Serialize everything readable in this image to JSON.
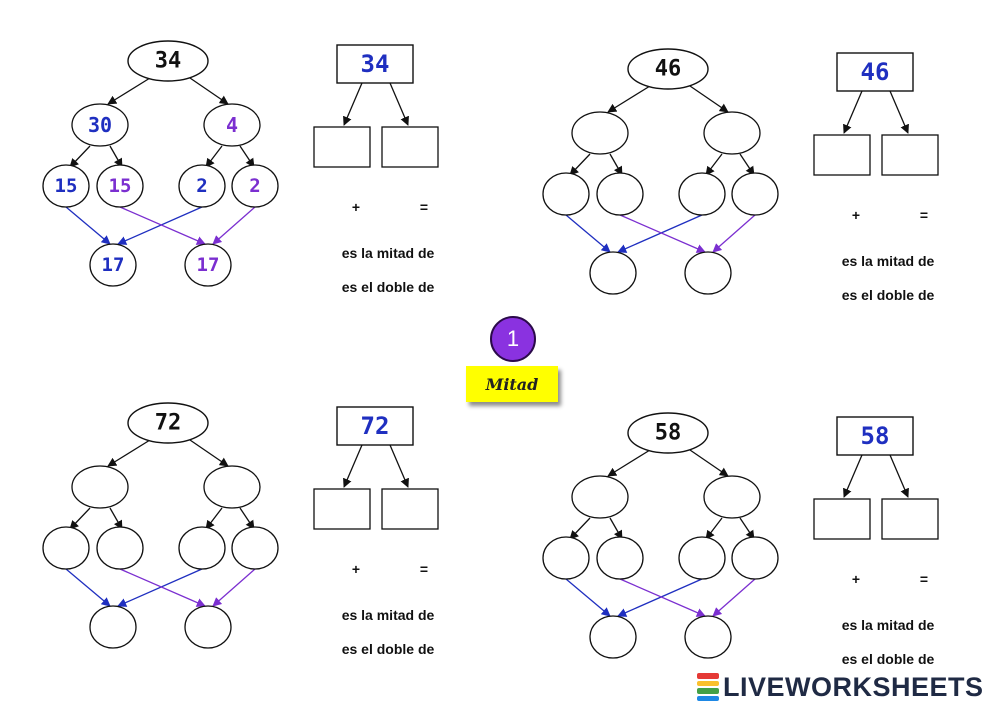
{
  "exercises": [
    {
      "number": "34",
      "box_number": "34",
      "level1": [
        "30",
        "4"
      ],
      "level2": [
        "15",
        "15",
        "2",
        "2"
      ],
      "level3": [
        "17",
        "17"
      ],
      "plus": "+",
      "equals": "=",
      "line_mitad": "es la mitad de",
      "line_doble": "es el doble de"
    },
    {
      "number": "46",
      "box_number": "46",
      "level1": [
        "",
        ""
      ],
      "level2": [
        "",
        "",
        "",
        ""
      ],
      "level3": [
        "",
        ""
      ],
      "plus": "+",
      "equals": "=",
      "line_mitad": "es la mitad de",
      "line_doble": "es el doble de"
    },
    {
      "number": "72",
      "box_number": "72",
      "level1": [
        "",
        ""
      ],
      "level2": [
        "",
        "",
        "",
        ""
      ],
      "level3": [
        "",
        ""
      ],
      "plus": "+",
      "equals": "=",
      "line_mitad": "es la mitad de",
      "line_doble": "es el doble de"
    },
    {
      "number": "58",
      "box_number": "58",
      "level1": [
        "",
        ""
      ],
      "level2": [
        "",
        "",
        "",
        ""
      ],
      "level3": [
        "",
        ""
      ],
      "plus": "+",
      "equals": "=",
      "line_mitad": "es la mitad de",
      "line_doble": "es el doble de"
    }
  ],
  "badge": {
    "number": "1",
    "label": "Mitad"
  },
  "brand": {
    "name": "LIVEWORKSHEETS"
  },
  "colors": {
    "blue": "#1f2fc0",
    "purple": "#7b2fd0",
    "badge": "#8a32e0",
    "label_bg": "#ffff00",
    "brand_text": "#1f2a44",
    "brand_logo": [
      "#e53935",
      "#fbc02d",
      "#43a047",
      "#1e88e5"
    ]
  }
}
